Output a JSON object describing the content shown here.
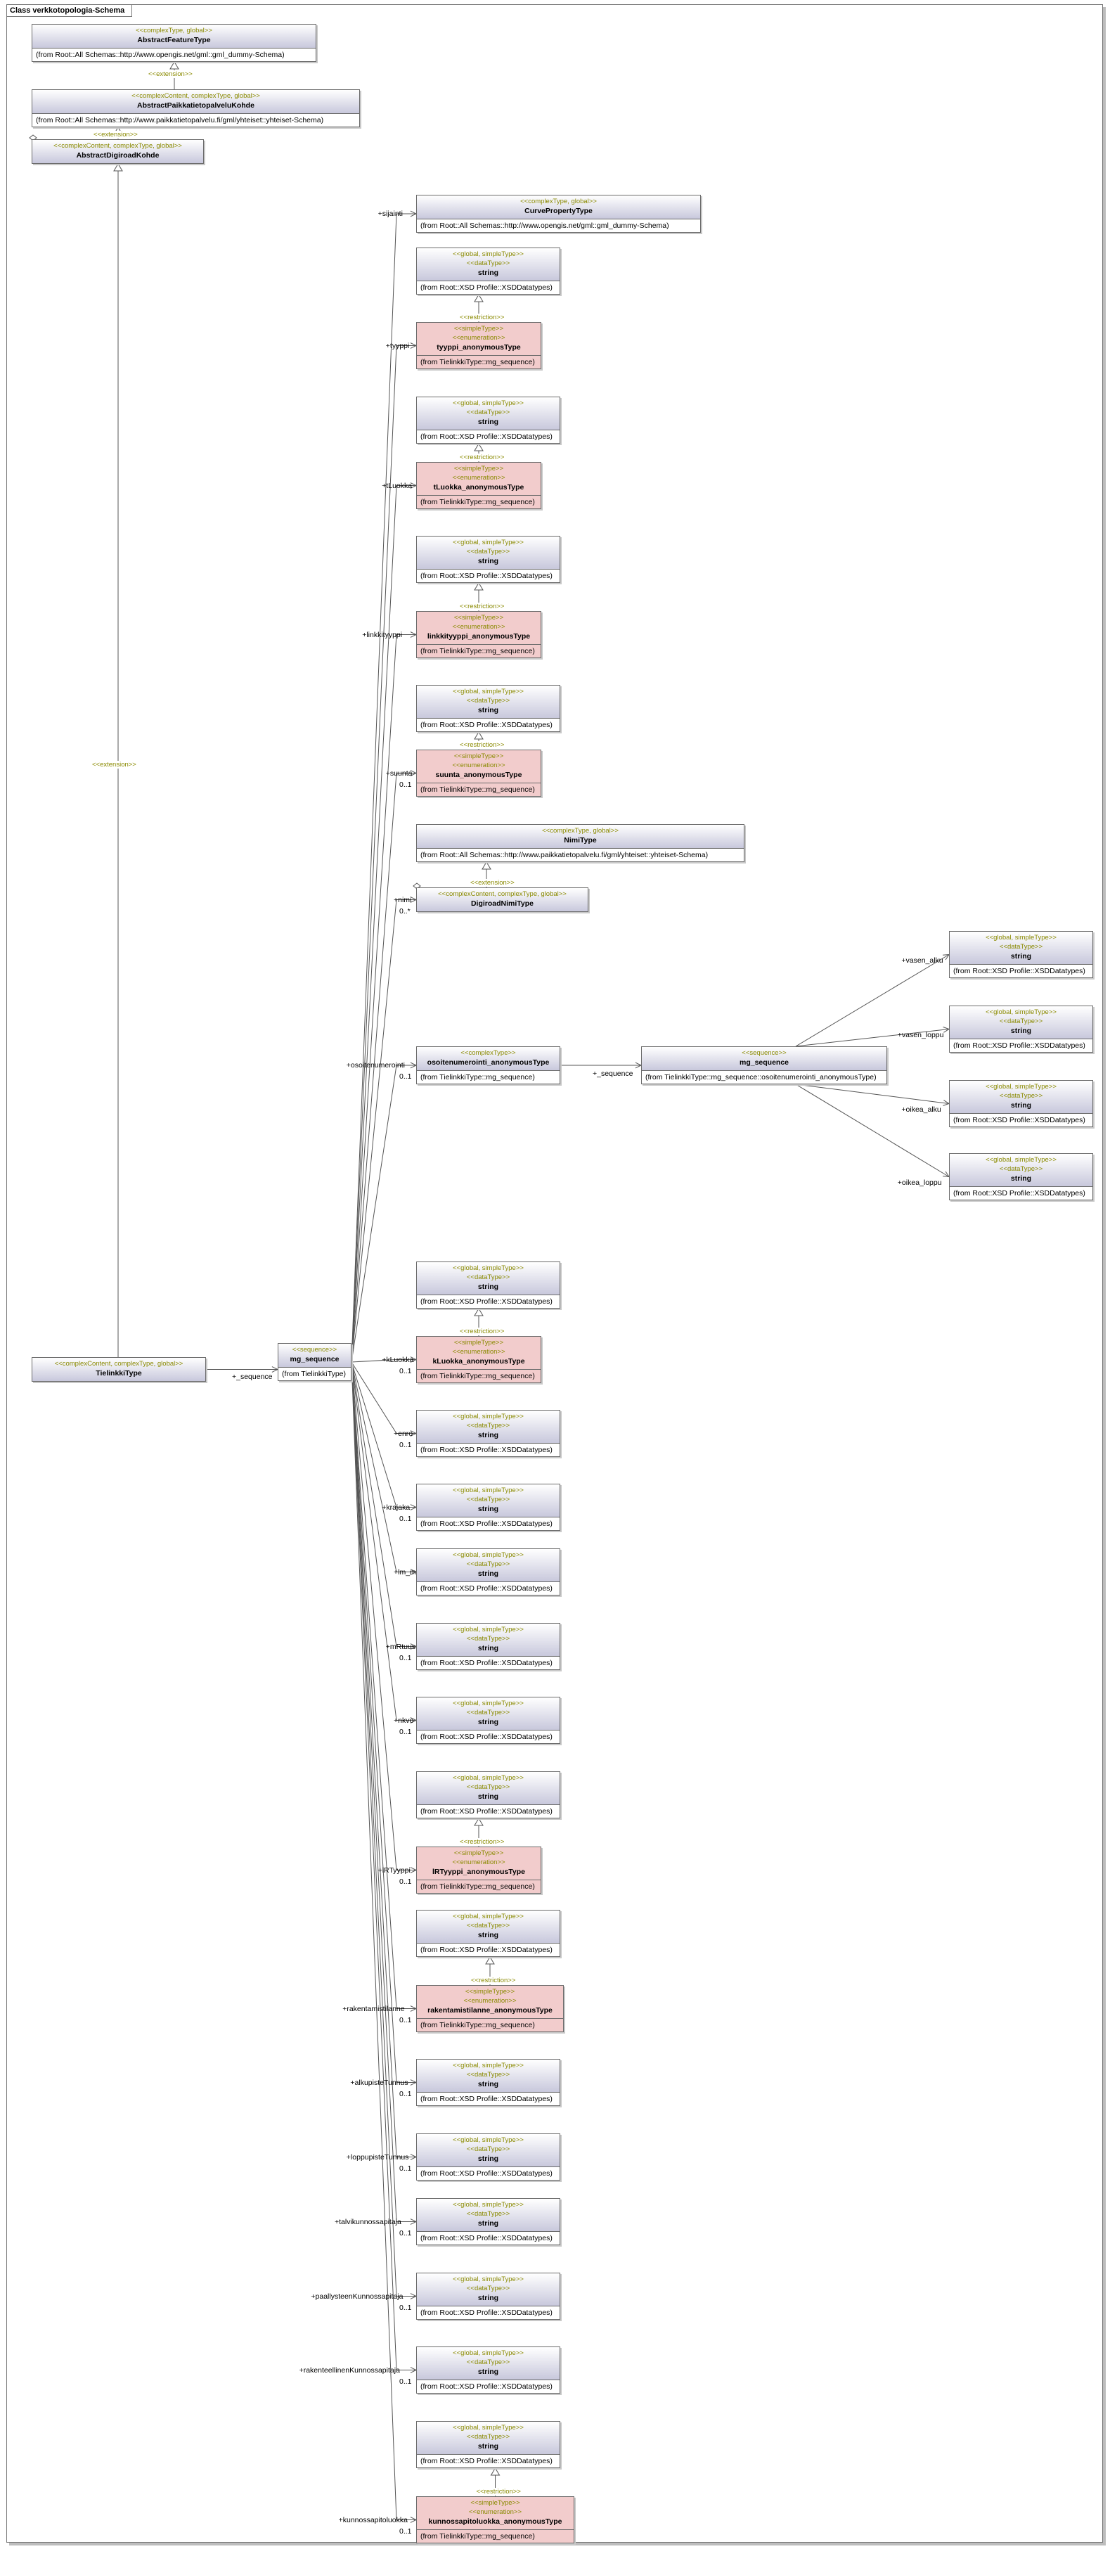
{
  "frame_title": "Class verkkotopologia-Schema",
  "boxes": {
    "abstract_feature_type": {
      "stereo": "<<complexType, global>>",
      "name": "AbstractFeatureType",
      "from": "(from Root::All Schemas::http://www.opengis.net/gml::gml_dummy-Schema)"
    },
    "abstract_paikkatieto": {
      "stereo": "<<complexContent, complexType, global>>",
      "name": "AbstractPaikkatietopalveluKohde",
      "from": "(from Root::All Schemas::http://www.paikkatietopalvelu.fi/gml/yhteiset::yhteiset-Schema)"
    },
    "abstract_digiroad": {
      "stereo": "<<complexContent, complexType, global>>",
      "name": "AbstractDigiroadKohde",
      "from": ""
    },
    "tielinkki_type": {
      "stereo": "<<complexContent, complexType, global>>",
      "name": "TielinkkiType",
      "from": ""
    },
    "mg_sequence_main": {
      "stereo": "<<sequence>>",
      "name": "mg_sequence",
      "from": "(from TielinkkiType)"
    },
    "curve_property": {
      "stereo": "<<complexType, global>>",
      "name": "CurvePropertyType",
      "from": "(from Root::All Schemas::http://www.opengis.net/gml::gml_dummy-Schema)"
    },
    "str_tyyppi": {
      "stereo": "<<global, simpleType>>",
      "stereo2": "<<dataType>>",
      "name": "string",
      "from": "(from Root::XSD Profile::XSDDatatypes)"
    },
    "enum_tyyppi": {
      "stereo": "<<simpleType>>",
      "stereo2": "<<enumeration>>",
      "name": "tyyppi_anonymousType",
      "from": "(from TielinkkiType::mg_sequence)"
    },
    "str_tluokka": {
      "stereo": "<<global, simpleType>>",
      "stereo2": "<<dataType>>",
      "name": "string",
      "from": "(from Root::XSD Profile::XSDDatatypes)"
    },
    "enum_tluokka": {
      "stereo": "<<simpleType>>",
      "stereo2": "<<enumeration>>",
      "name": "tLuokka_anonymousType",
      "from": "(from TielinkkiType::mg_sequence)"
    },
    "str_linkkityyppi": {
      "stereo": "<<global, simpleType>>",
      "stereo2": "<<dataType>>",
      "name": "string",
      "from": "(from Root::XSD Profile::XSDDatatypes)"
    },
    "enum_linkkityyppi": {
      "stereo": "<<simpleType>>",
      "stereo2": "<<enumeration>>",
      "name": "linkkityyppi_anonymousType",
      "from": "(from TielinkkiType::mg_sequence)"
    },
    "str_suunta": {
      "stereo": "<<global, simpleType>>",
      "stereo2": "<<dataType>>",
      "name": "string",
      "from": "(from Root::XSD Profile::XSDDatatypes)"
    },
    "enum_suunta": {
      "stereo": "<<simpleType>>",
      "stereo2": "<<enumeration>>",
      "name": "suunta_anonymousType",
      "from": "(from TielinkkiType::mg_sequence)"
    },
    "nimi_type": {
      "stereo": "<<complexType, global>>",
      "name": "NimiType",
      "from": "(from Root::All Schemas::http://www.paikkatietopalvelu.fi/gml/yhteiset::yhteiset-Schema)"
    },
    "digiroad_nimi": {
      "stereo": "<<complexContent, complexType, global>>",
      "name": "DigiroadNimiType",
      "from": ""
    },
    "osoitenumerointi": {
      "stereo": "<<complexType>>",
      "name": "osoitenumerointi_anonymousType",
      "from": "(from TielinkkiType::mg_sequence)"
    },
    "mg_sequence_osoite": {
      "stereo": "<<sequence>>",
      "name": "mg_sequence",
      "from": "(from TielinkkiType::mg_sequence::osoitenumerointi_anonymousType)"
    },
    "str_vasen_alku": {
      "stereo": "<<global, simpleType>>",
      "stereo2": "<<dataType>>",
      "name": "string",
      "from": "(from Root::XSD Profile::XSDDatatypes)"
    },
    "str_vasen_loppu": {
      "stereo": "<<global, simpleType>>",
      "stereo2": "<<dataType>>",
      "name": "string",
      "from": "(from Root::XSD Profile::XSDDatatypes)"
    },
    "str_oikea_alku": {
      "stereo": "<<global, simpleType>>",
      "stereo2": "<<dataType>>",
      "name": "string",
      "from": "(from Root::XSD Profile::XSDDatatypes)"
    },
    "str_oikea_loppu": {
      "stereo": "<<global, simpleType>>",
      "stereo2": "<<dataType>>",
      "name": "string",
      "from": "(from Root::XSD Profile::XSDDatatypes)"
    },
    "str_kluokka": {
      "stereo": "<<global, simpleType>>",
      "stereo2": "<<dataType>>",
      "name": "string",
      "from": "(from Root::XSD Profile::XSDDatatypes)"
    },
    "enum_kluokka": {
      "stereo": "<<simpleType>>",
      "stereo2": "<<enumeration>>",
      "name": "kLuokka_anonymousType",
      "from": "(from TielinkkiType::mg_sequence)"
    },
    "str_enro": {
      "stereo": "<<global, simpleType>>",
      "stereo2": "<<dataType>>",
      "name": "string",
      "from": "(from Root::XSD Profile::XSDDatatypes)"
    },
    "str_krajaka": {
      "stereo": "<<global, simpleType>>",
      "stereo2": "<<dataType>>",
      "name": "string",
      "from": "(from Root::XSD Profile::XSDDatatypes)"
    },
    "str_lm_m": {
      "stereo": "<<global, simpleType>>",
      "stereo2": "<<dataType>>",
      "name": "string",
      "from": "(from Root::XSD Profile::XSDDatatypes)"
    },
    "str_mrtuus": {
      "stereo": "<<global, simpleType>>",
      "stereo2": "<<dataType>>",
      "name": "string",
      "from": "(from Root::XSD Profile::XSDDatatypes)"
    },
    "str_nkvo": {
      "stereo": "<<global, simpleType>>",
      "stereo2": "<<dataType>>",
      "name": "string",
      "from": "(from Root::XSD Profile::XSDDatatypes)"
    },
    "str_irtyyppi": {
      "stereo": "<<global, simpleType>>",
      "stereo2": "<<dataType>>",
      "name": "string",
      "from": "(from Root::XSD Profile::XSDDatatypes)"
    },
    "enum_irtyyppi": {
      "stereo": "<<simpleType>>",
      "stereo2": "<<enumeration>>",
      "name": "lRTyyppi_anonymousType",
      "from": "(from TielinkkiType::mg_sequence)"
    },
    "str_rakentamis": {
      "stereo": "<<global, simpleType>>",
      "stereo2": "<<dataType>>",
      "name": "string",
      "from": "(from Root::XSD Profile::XSDDatatypes)"
    },
    "enum_rakentamis": {
      "stereo": "<<simpleType>>",
      "stereo2": "<<enumeration>>",
      "name": "rakentamistilanne_anonymousType",
      "from": "(from TielinkkiType::mg_sequence)"
    },
    "str_alkupiste": {
      "stereo": "<<global, simpleType>>",
      "stereo2": "<<dataType>>",
      "name": "string",
      "from": "(from Root::XSD Profile::XSDDatatypes)"
    },
    "str_loppupiste": {
      "stereo": "<<global, simpleType>>",
      "stereo2": "<<dataType>>",
      "name": "string",
      "from": "(from Root::XSD Profile::XSDDatatypes)"
    },
    "str_talvi": {
      "stereo": "<<global, simpleType>>",
      "stereo2": "<<dataType>>",
      "name": "string",
      "from": "(from Root::XSD Profile::XSDDatatypes)"
    },
    "str_paallyste": {
      "stereo": "<<global, simpleType>>",
      "stereo2": "<<dataType>>",
      "name": "string",
      "from": "(from Root::XSD Profile::XSDDatatypes)"
    },
    "str_rakenteellinen": {
      "stereo": "<<global, simpleType>>",
      "stereo2": "<<dataType>>",
      "name": "string",
      "from": "(from Root::XSD Profile::XSDDatatypes)"
    },
    "str_kunnossapito": {
      "stereo": "<<global, simpleType>>",
      "stereo2": "<<dataType>>",
      "name": "string",
      "from": "(from Root::XSD Profile::XSDDatatypes)"
    },
    "enum_kunnossapito": {
      "stereo": "<<simpleType>>",
      "stereo2": "<<enumeration>>",
      "name": "kunnossapitoluokka_anonymousType",
      "from": "(from TielinkkiType::mg_sequence)"
    }
  },
  "edge_labels": {
    "extension": "<<extension>>",
    "restriction": "<<restriction>>"
  },
  "role_labels": {
    "sequence_main": "+_sequence",
    "sequence_osoite": "+_sequence",
    "sijainti": "+sijainti",
    "tyyppi": "+tyyppi",
    "tluokka": "+tLuokka",
    "linkkityyppi": "+linkkityyppi",
    "suunta": "+suunta",
    "suunta_mult": "0..1",
    "nimi": "+nimi",
    "nimi_mult": "0..*",
    "osoitenumerointi": "+osoitenumerointi",
    "osoitenumerointi_mult": "0..1",
    "vasen_alku": "+vasen_alku",
    "vasen_loppu": "+vasen_loppu",
    "oikea_alku": "+oikea_alku",
    "oikea_loppu": "+oikea_loppu",
    "kluokka": "+kLuokka",
    "kluokka_mult": "0..1",
    "enro": "+enro",
    "enro_mult": "0..1",
    "krajaka": "+krajaka",
    "krajaka_mult": "0..1",
    "lm_m": "+lm_m",
    "mrtuus": "+mRtuus",
    "mrtuus_mult": "0..1",
    "nkvo": "+nkvo",
    "nkvo_mult": "0..1",
    "irtyyppi": "+lRTyyppi",
    "irtyyppi_mult": "0..1",
    "rakentamis": "+rakentamistilanne",
    "rakentamis_mult": "0..1",
    "alkupiste": "+alkupisteTunnus",
    "alkupiste_mult": "0..1",
    "loppupiste": "+loppupisteTunnus",
    "loppupiste_mult": "0..1",
    "talvi": "+talvikunnossapitaja",
    "talvi_mult": "0..1",
    "paallyste": "+paallysteenKunnossapitaja",
    "paallyste_mult": "0..1",
    "rakenteellinen": "+rakenteellinenKunnossapitaja",
    "rakenteellinen_mult": "0..1",
    "kunnossapito": "+kunnossapitoluokka",
    "kunnossapito_mult": "0..1"
  }
}
